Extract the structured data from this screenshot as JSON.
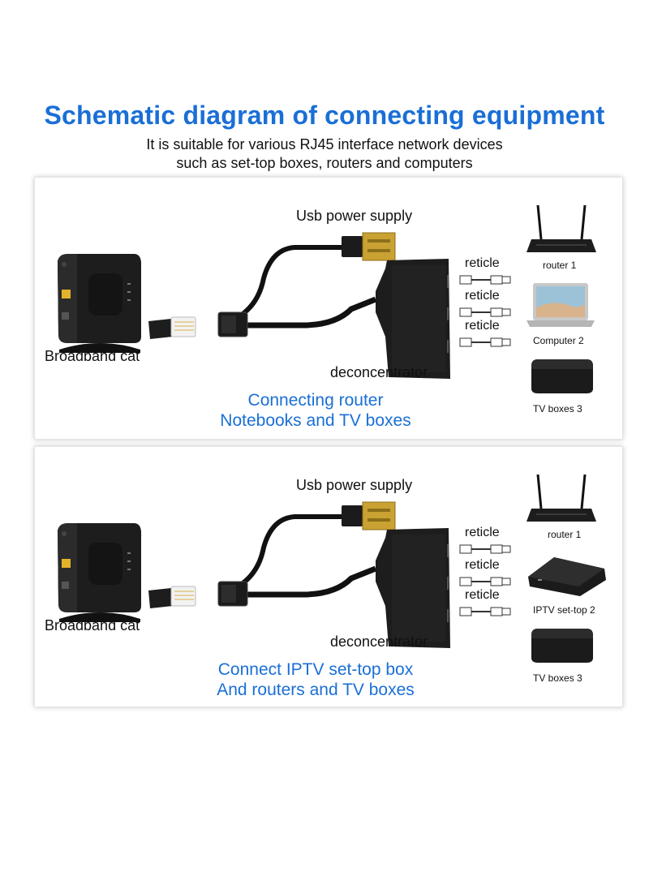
{
  "header": {
    "title": "Schematic diagram of connecting equipment",
    "subtitle_line1": "It is suitable for various RJ45 interface network devices",
    "subtitle_line2": "such as set-top boxes, routers and computers"
  },
  "panels": [
    {
      "usb_label": "Usb power supply",
      "source_label": "Broadband cat",
      "splitter_label": "deconcentrator",
      "cable_labels": [
        "reticle",
        "reticle",
        "reticle"
      ],
      "devices": [
        "router 1",
        "Computer 2",
        "TV boxes 3"
      ],
      "caption_line1": "Connecting router",
      "caption_line2": "Notebooks and TV boxes"
    },
    {
      "usb_label": "Usb power supply",
      "source_label": "Broadband cat",
      "splitter_label": "deconcentrator",
      "cable_labels": [
        "reticle",
        "reticle",
        "reticle"
      ],
      "devices": [
        "router 1",
        "IPTV set-top 2",
        "TV boxes 3"
      ],
      "caption_line1": "Connect IPTV set-top box",
      "caption_line2": "And routers and TV boxes"
    }
  ],
  "colors": {
    "accent": "#1a6fd6",
    "device_black": "#1b1b1b",
    "port_yellow": "#e2b32a",
    "usb_gold": "#c9a233"
  }
}
